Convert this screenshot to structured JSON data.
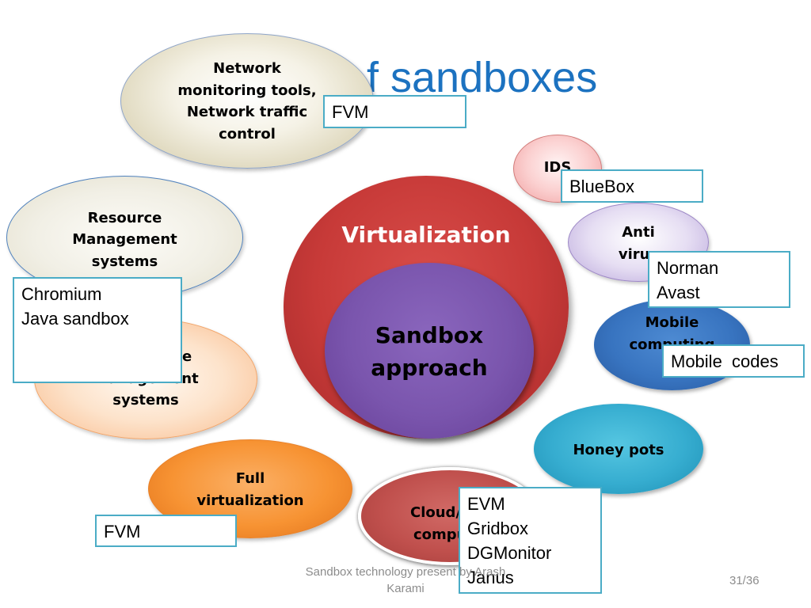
{
  "slide": {
    "title": "f sandboxes"
  },
  "bubbles": {
    "network": {
      "lines": [
        "Network",
        "monitoring tools,",
        "Network traffic",
        "control"
      ]
    },
    "resource": {
      "lines": [
        "Resource",
        "Management",
        "systems"
      ]
    },
    "management_systems": {
      "lines": [
        "e",
        "management",
        "systems"
      ]
    },
    "full_virtualization": {
      "lines": [
        "Full",
        "virtualization"
      ]
    },
    "virtualization": {
      "label": "Virtualization"
    },
    "sandbox": {
      "lines": [
        "Sandbox",
        "approach"
      ]
    },
    "ids": {
      "label": "IDS"
    },
    "antivirus": {
      "lines": [
        "Anti",
        "virus"
      ]
    },
    "mobile": {
      "lines": [
        "Mobile",
        "computing"
      ]
    },
    "honeypots": {
      "label": "Honey pots"
    },
    "cloud": {
      "lines": [
        "Cloud/",
        "compu"
      ]
    }
  },
  "examples": {
    "network": [
      "FVM"
    ],
    "ids": [
      "BlueBox"
    ],
    "antivirus": [
      "Norman",
      "Avast"
    ],
    "mobile": [
      "Mobile  codes"
    ],
    "resource": [
      "Chromium",
      "Java sandbox"
    ],
    "full_virtualization": [
      "FVM"
    ],
    "cloud": [
      "EVM",
      "Gridbox",
      "DGMonitor",
      "Janus"
    ]
  },
  "footer": {
    "presenter_lines": [
      "Sandbox technology present by Arash",
      "Karami"
    ],
    "page": "31/36"
  },
  "colors": {
    "title_blue": "#1C72C0",
    "box_border": "#4BACC6",
    "virtualization_red": "#C73A38",
    "sandbox_purple": "#7A55AD",
    "mobile_blue": "#3874C0",
    "honeypots_teal": "#36ADD0",
    "full_orange": "#F79333",
    "cloud_red": "#C0504D"
  }
}
